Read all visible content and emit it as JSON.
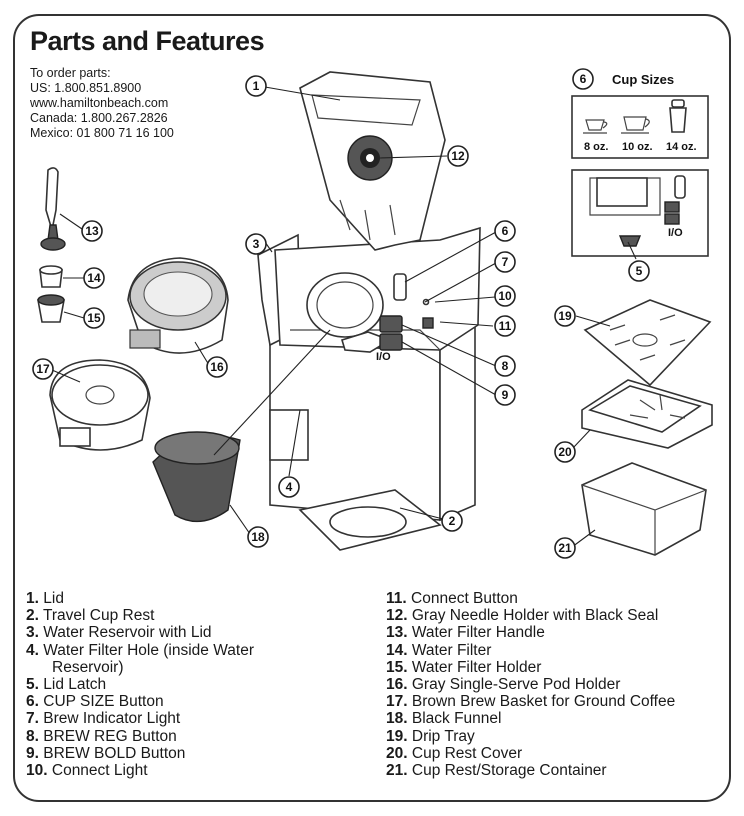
{
  "title": "Parts and Features",
  "contact": [
    "To order parts:",
    "US: 1.800.851.8900",
    "www.hamiltonbeach.com",
    "Canada: 1.800.267.2826",
    "Mexico: 01 800 71 16 100"
  ],
  "cup_sizes": {
    "number": "6",
    "heading": "Cup Sizes",
    "sizes": [
      "8 oz.",
      "10 oz.",
      "14 oz."
    ]
  },
  "callouts": [
    "1",
    "2",
    "3",
    "4",
    "5",
    "6",
    "7",
    "8",
    "9",
    "10",
    "11",
    "12",
    "13",
    "14",
    "15",
    "16",
    "17",
    "18",
    "19",
    "20",
    "21"
  ],
  "parts_left": [
    {
      "num": "1.",
      "name": "Lid"
    },
    {
      "num": "2.",
      "name": "Travel Cup Rest"
    },
    {
      "num": "3.",
      "name": "Water Reservoir with Lid"
    },
    {
      "num": "4.",
      "name": "Water Filter Hole (inside Water",
      "cont": "Reservoir)"
    },
    {
      "num": "5.",
      "name": "Lid Latch"
    },
    {
      "num": "6.",
      "name": "CUP SIZE Button"
    },
    {
      "num": "7.",
      "name": "Brew Indicator Light"
    },
    {
      "num": "8.",
      "name": "BREW REG Button"
    },
    {
      "num": "9.",
      "name": "BREW BOLD Button"
    },
    {
      "num": "10.",
      "name": "Connect Light"
    }
  ],
  "parts_right": [
    {
      "num": "11.",
      "name": "Connect Button"
    },
    {
      "num": "12.",
      "name": "Gray Needle Holder with Black Seal"
    },
    {
      "num": "13.",
      "name": "Water Filter Handle"
    },
    {
      "num": "14.",
      "name": "Water Filter"
    },
    {
      "num": "15.",
      "name": "Water Filter Holder"
    },
    {
      "num": "16.",
      "name": "Gray Single-Serve Pod Holder"
    },
    {
      "num": "17.",
      "name": "Brown Brew Basket for Ground Coffee"
    },
    {
      "num": "18.",
      "name": "Black Funnel"
    },
    {
      "num": "19.",
      "name": "Drip Tray"
    },
    {
      "num": "20.",
      "name": "Cup Rest Cover"
    },
    {
      "num": "21.",
      "name": "Cup Rest/Storage Container"
    }
  ],
  "panel_labels": {
    "io": "I/O"
  }
}
